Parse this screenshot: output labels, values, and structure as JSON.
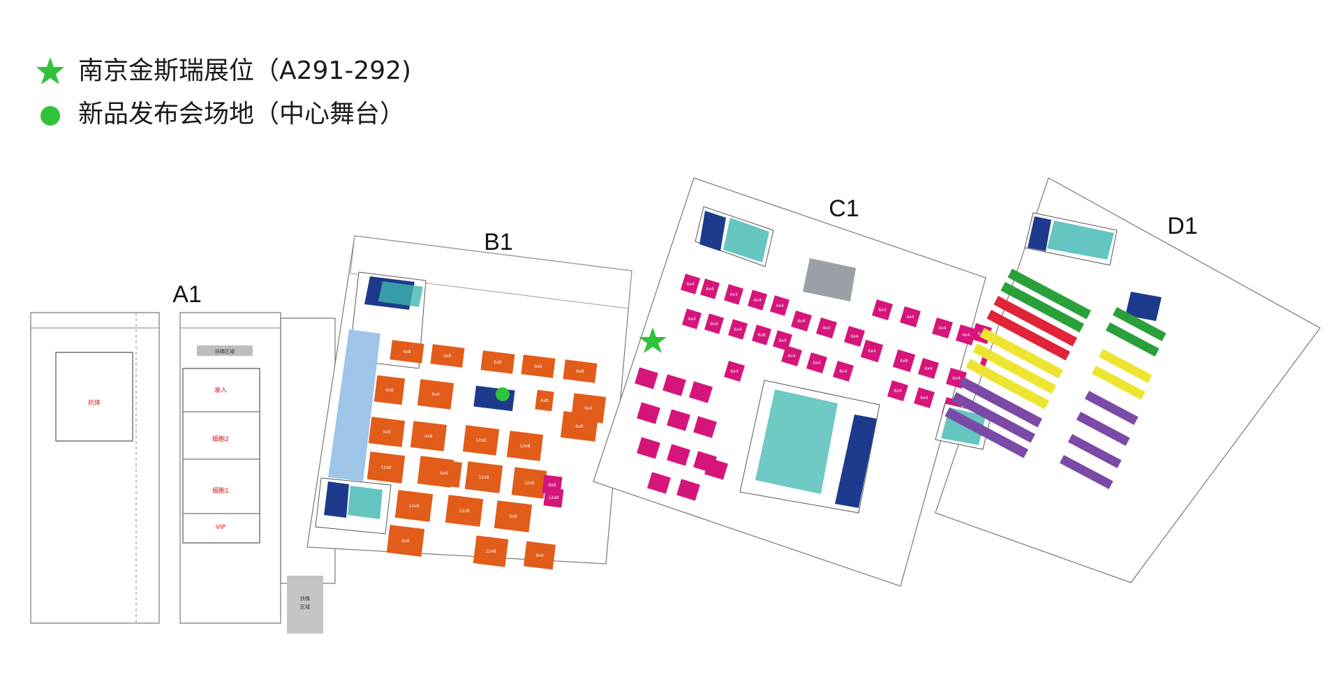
{
  "legend": {
    "items": [
      {
        "icon": "star-icon",
        "color": "#2fc23a",
        "text": "南京金斯瑞展位（A291-292)"
      },
      {
        "icon": "circle-icon",
        "color": "#2fc23a",
        "text": "新品发布会场地（中心舞台）"
      }
    ]
  },
  "halls": {
    "a1": "A1",
    "b1": "B1",
    "c1": "C1",
    "d1": "D1"
  },
  "a1_zones": {
    "escalator_top": "扶梯区域",
    "hall_left": "抗体",
    "label_a": "准入",
    "label_b": "细胞2",
    "label_c": "细胞1",
    "label_d": "VIP",
    "escalator_bottom_1": "扶梯",
    "escalator_bottom_2": "区域"
  },
  "b1_booths": [
    "6x8",
    "6x8",
    "6x8",
    "6x8",
    "6x8",
    "6x8",
    "6x4",
    "6x4",
    "6x8",
    "6x8",
    "6x8",
    "6x8",
    "12x8",
    "12x8",
    "12x8",
    "12x8",
    "12x8",
    "12x8",
    "12x8",
    "12x8",
    "6x8",
    "6x8",
    "12x8",
    "6x4",
    "6x4",
    "8x8",
    "12x8"
  ],
  "c1_booths": [
    "6x4",
    "6x4",
    "4x4",
    "4x4",
    "4x4",
    "4x4",
    "6x4",
    "6x4",
    "6x8",
    "6x4",
    "6x4",
    "4x4",
    "6x4",
    "6x4",
    "4x4",
    "4x4",
    "4x4",
    "6x4",
    "6x4",
    "6x4",
    "6x4",
    "6x8",
    "6x4",
    "6x4",
    "6x4",
    "6x4",
    "6x4",
    "6x4",
    "6x4",
    "6x4",
    "6x4"
  ],
  "colors": {
    "orange": "#e25c1a",
    "magenta": "#d6157a",
    "green": "#2aa03a",
    "red": "#e0243a",
    "yellow": "#eee533",
    "purple": "#7b4aa6",
    "seat_teal": "#3fb7b0",
    "navy": "#1e3a8c",
    "marker_green": "#2fc23a"
  }
}
